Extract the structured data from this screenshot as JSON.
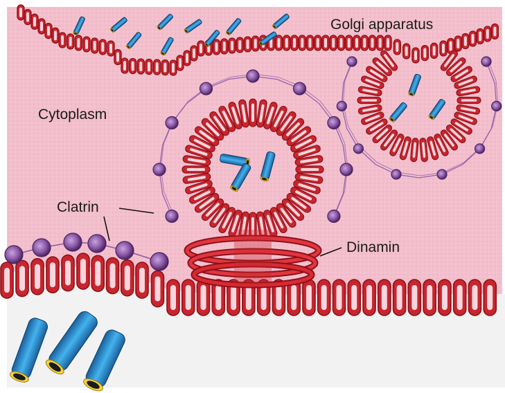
{
  "diagram": {
    "labels": {
      "golgi": "Golgi apparatus",
      "cytoplasm": "Cytoplasm",
      "clatrin": "Clatrin",
      "dinamin": "Dinamin"
    },
    "colors": {
      "cytoplasm": "#f3bfcd",
      "membrane": "#c8262e",
      "membrane_dark": "#8e1018",
      "membrane_inner": "#f7d6de",
      "clathrin": "#8a58a6",
      "clathrin_dark": "#4b2360",
      "cargo": "#2a8fd1",
      "cargo_tip": "#f4d23c",
      "outside": "#f2f2f2"
    }
  }
}
